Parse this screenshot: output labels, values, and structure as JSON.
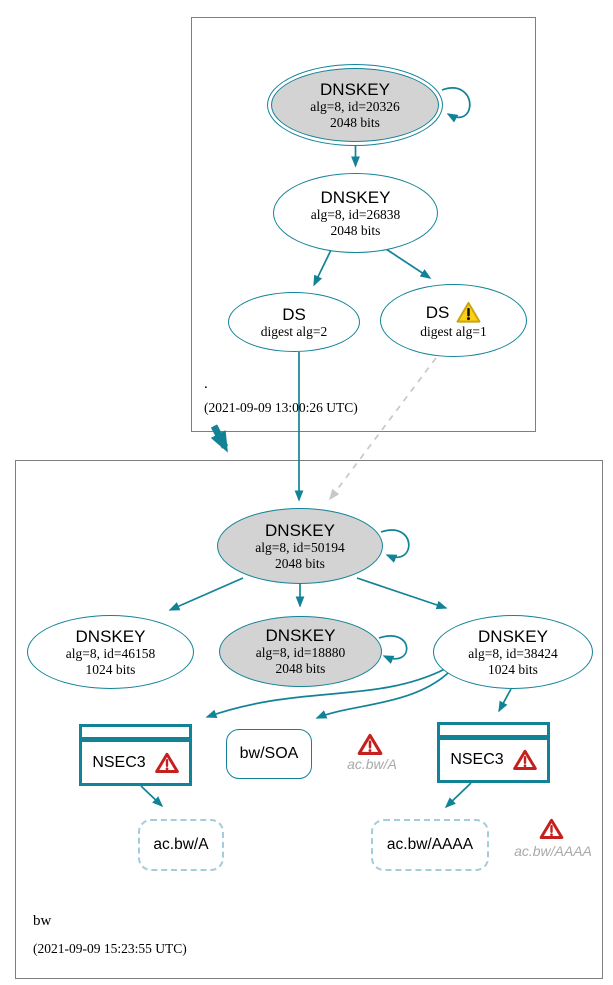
{
  "colors": {
    "edge_teal": "#128397",
    "node_gray_fill": "#d3d3d3",
    "cluster_border_gray": "#7f7f7f",
    "dashed_edge_gray": "#c8c8c8",
    "insecure_node_dashed_blue": "#a3cdda",
    "warning_yellow": "#fdd017",
    "error_red": "#c5201e",
    "muted_label_gray": "#a9a9a9"
  },
  "root_zone": {
    "label": ".",
    "timestamp": "(2021-09-09 13:00:26 UTC)",
    "ksk": {
      "title": "DNSKEY",
      "detail1": "alg=8, id=20326",
      "detail2": "2048 bits"
    },
    "zsk": {
      "title": "DNSKEY",
      "detail1": "alg=8, id=26838",
      "detail2": "2048 bits"
    },
    "ds_alg2": {
      "title": "DS",
      "detail1": "digest alg=2"
    },
    "ds_alg1": {
      "title": "DS",
      "detail1": "digest alg=1",
      "warning_icon": "yellow-warning-triangle"
    }
  },
  "bw_zone": {
    "label": "bw",
    "timestamp": "(2021-09-09 15:23:55 UTC)",
    "ksk": {
      "title": "DNSKEY",
      "detail1": "alg=8, id=50194",
      "detail2": "2048 bits"
    },
    "zsk_46158": {
      "title": "DNSKEY",
      "detail1": "alg=8, id=46158",
      "detail2": "1024 bits"
    },
    "zsk_18880": {
      "title": "DNSKEY",
      "detail1": "alg=8, id=18880",
      "detail2": "2048 bits"
    },
    "zsk_38424": {
      "title": "DNSKEY",
      "detail1": "alg=8, id=38424",
      "detail2": "1024 bits"
    },
    "nsec3_left": {
      "title": "NSEC3",
      "error_icon": "red-warning-triangle"
    },
    "nsec3_right": {
      "title": "NSEC3",
      "error_icon": "red-warning-triangle"
    },
    "soa": {
      "title": "bw/SOA"
    },
    "rrset_a": {
      "title": "ac.bw/A"
    },
    "rrset_aaaa": {
      "title": "ac.bw/AAAA"
    },
    "error_a": {
      "label": "ac.bw/A",
      "error_icon": "red-warning-triangle"
    },
    "error_aaaa": {
      "label": "ac.bw/AAAA",
      "error_icon": "red-warning-triangle"
    }
  }
}
